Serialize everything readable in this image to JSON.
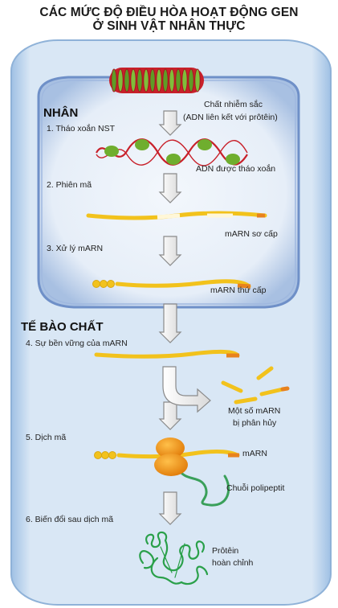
{
  "title": {
    "line1": "CÁC MỨC ĐỘ ĐIỀU HÒA HOẠT ĐỘNG GEN",
    "line2": "Ở SINH VẬT NHÂN THỰC"
  },
  "regions": {
    "nucleus": "NHÂN",
    "cytoplasm": "TẾ BÀO CHẤT"
  },
  "steps": [
    "1. Tháo xoắn NST",
    "2. Phiên mã",
    "3. Xử lý mARN",
    "4. Sự bền vững của mARN",
    "5. Dịch mã",
    "6. Biến đổi sau dịch mã"
  ],
  "labels": {
    "chromatin_1": "Chất nhiễm sắc",
    "chromatin_2": "(ADN liên kết với prôtêin)",
    "dna_unwound": "ADN được tháo xoắn",
    "pre_mrna": "mARN sơ cấp",
    "mature_mrna": "mARN thứ cấp",
    "degraded_1": "Một số mARN",
    "degraded_2": "bị phân hủy",
    "mrna": "mARN",
    "polypeptide": "Chuỗi polipeptit",
    "protein_1": "Prôtêin",
    "protein_2": "hoàn chỉnh"
  },
  "colors": {
    "cell_fill": "#c3d8ee",
    "cell_border": "#8fb2d8",
    "nucleus_fill": "#7e9ed2",
    "mrna_yellow": "#f2c21c",
    "mrna_orange": "#e8821e",
    "dna_red": "#c8202a",
    "nucleosome_green": "#6fae2e",
    "ribosome_orange": "#f09010",
    "polypeptide_green": "#3aa05a",
    "protein_green": "#2aa04a",
    "arrow_fill": "#ffffff",
    "arrow_stroke": "#8a8a8a"
  },
  "icons": {
    "chromatin": "chromatin-icon",
    "dna": "dna-icon",
    "ribosome": "ribosome-icon",
    "protein": "protein-icon",
    "arrow": "down-arrow-icon"
  }
}
